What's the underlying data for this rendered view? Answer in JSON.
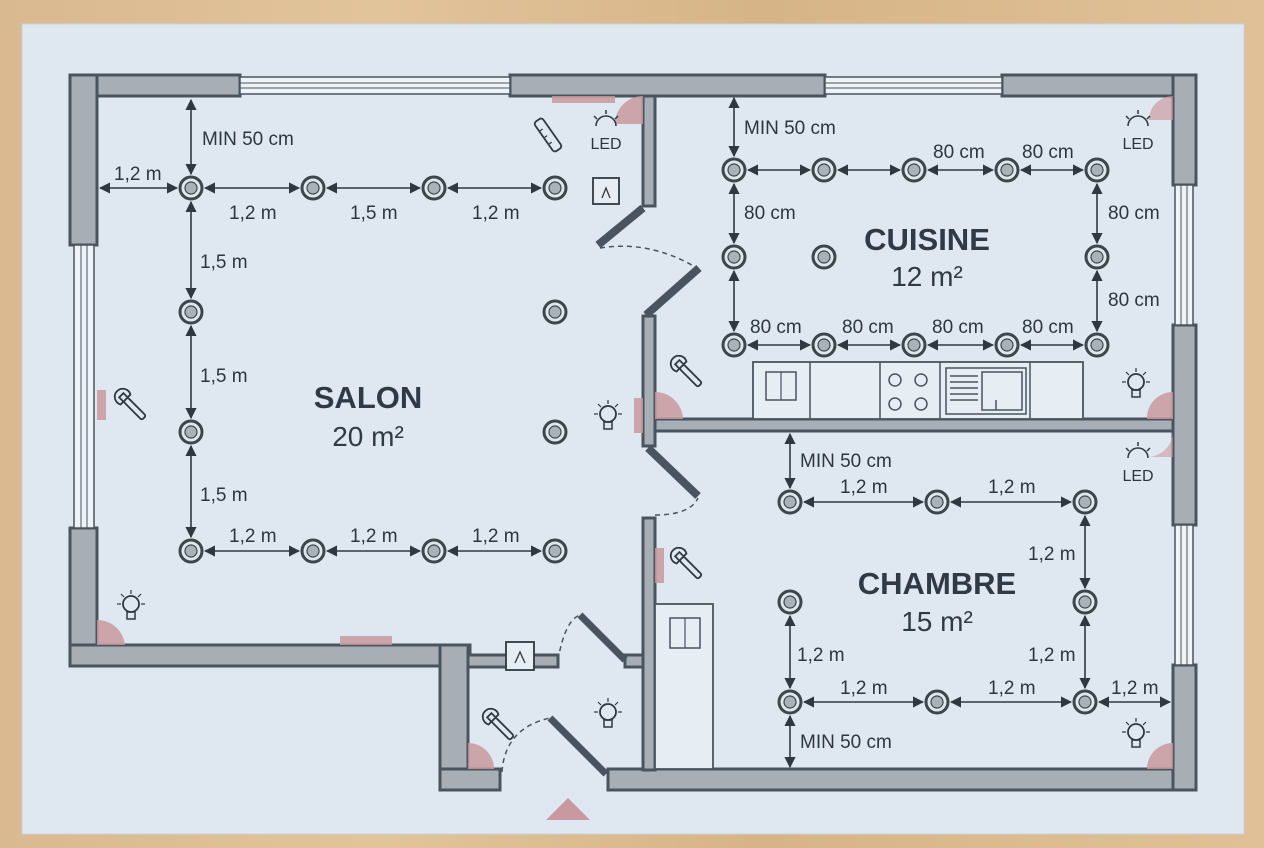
{
  "rooms": {
    "salon": {
      "name": "SALON",
      "area": "20 m²"
    },
    "cuisine": {
      "name": "CUISINE",
      "area": "12 m²"
    },
    "chambre": {
      "name": "CHAMBRE",
      "area": "15 m²"
    }
  },
  "labels": {
    "min50": "MIN 50 cm",
    "d12": "1,2 m",
    "d15": "1,5 m",
    "d80": "80 cm",
    "led": "LED"
  },
  "colors": {
    "paper": "#dfe8f0",
    "wall": "#a8aeb6",
    "wall_outline": "#4a545e",
    "swing_marker": "#c9999f"
  },
  "icons": [
    "spotlight-icon",
    "wrench-icon",
    "bulb-icon",
    "led-icon",
    "tape-measure-icon",
    "switch-icon",
    "entrance-arrow-icon"
  ]
}
